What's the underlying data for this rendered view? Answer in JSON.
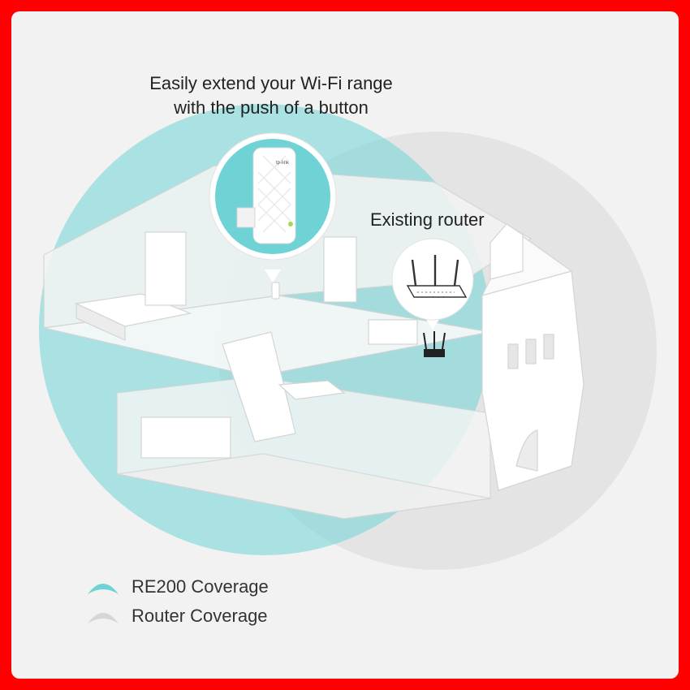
{
  "headline": {
    "line1": "Easily extend your Wi-Fi range",
    "line2": "with the push of a button"
  },
  "router_label": "Existing router",
  "legend": [
    {
      "label": "RE200 Coverage",
      "color": "#6fd3d6"
    },
    {
      "label": "Router Coverage",
      "color": "#d6d6d6"
    }
  ],
  "colors": {
    "frame": "#ff0000",
    "background": "#f2f2f2",
    "re200_coverage": "#6fd3d6",
    "router_coverage": "#d9d9d9",
    "house": "#ffffff"
  },
  "device": {
    "brand_text": "tp-link",
    "icon": "range-extender-icon"
  },
  "router_icon": "router-icon"
}
